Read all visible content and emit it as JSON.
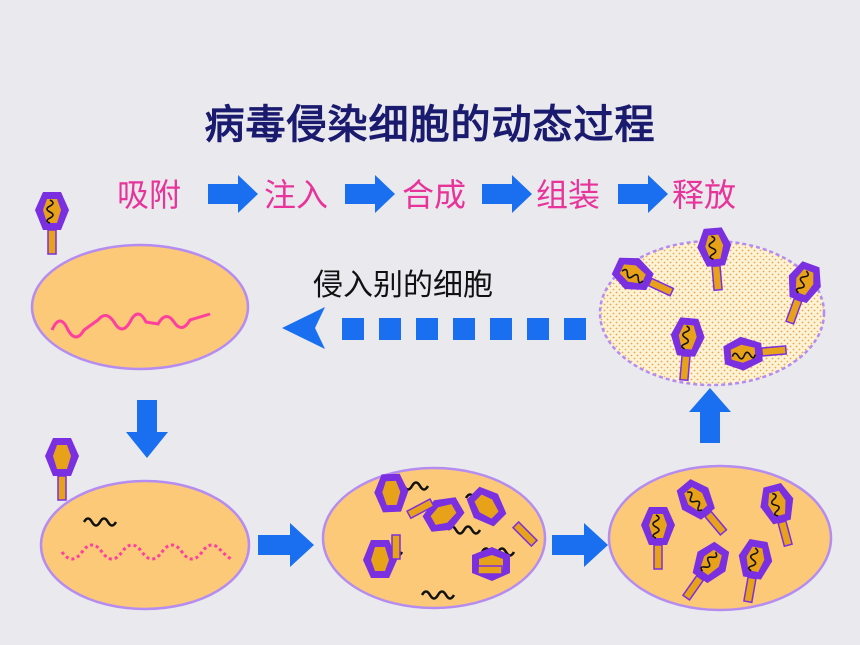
{
  "title": "病毒侵染细胞的动态过程",
  "steps": [
    "吸附",
    "注入",
    "合成",
    "组装",
    "释放"
  ],
  "reinvade_label": "侵入别的细胞",
  "colors": {
    "title": "#1a1a6e",
    "step_text": "#e8339a",
    "arrow": "#1a6ff0",
    "cell_fill": "#fcc978",
    "cell_stroke": "#b58cf0",
    "phage_head": "#7a2fe0",
    "phage_tail": "#e8a21a",
    "dna_host": "#ff3fa0",
    "dna_viral": "#1a1a1a"
  }
}
